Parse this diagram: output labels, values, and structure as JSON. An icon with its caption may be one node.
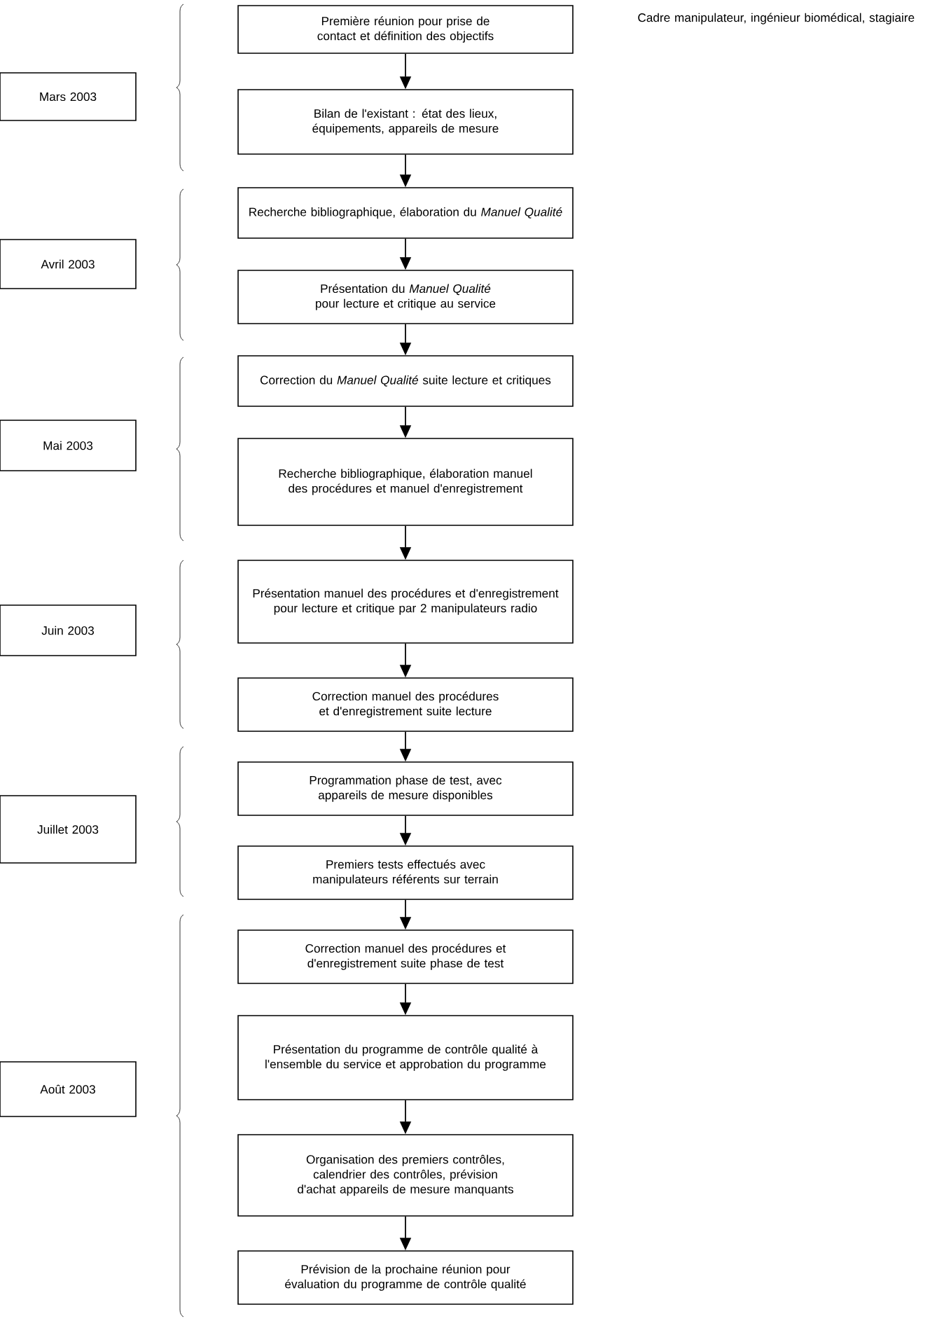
{
  "diagram": {
    "nodes": [
      {
        "text": [
          "Première réunion pour prise de contact et définition des objectifs"
        ]
      },
      {
        "text": [
          "Bilan de l'existant : état des lieux, équipements, appareils de mesure"
        ]
      },
      {
        "text": [
          "Recherche bibliographique, élaboration du *Manuel Qualité*"
        ]
      },
      {
        "text": [
          "Présentation du *Manuel Qualité* pour lecture et critique au service"
        ]
      },
      {
        "text": [
          "Correction du *Manuel Qualité* suite lecture et critiques"
        ]
      },
      {
        "text": [
          "Recherche bibliographique, élaboration manuel des procédures et manuel d'enregistrement"
        ]
      },
      {
        "text": [
          "Présentation manuel des procédures et d'enregistrement pour lecture et critique par 2 manipulateurs radio"
        ]
      },
      {
        "text": [
          "Correction manuel des procédures et d'enregistrement suite lecture"
        ]
      },
      {
        "text": [
          "Programmation phase de test, avec appareils de mesure disponibles"
        ]
      },
      {
        "text": [
          "Premiers tests effectués avec manipulateurs référents sur terrain"
        ]
      },
      {
        "text": [
          "Correction manuel des procédures et d'enregistrement suite phase de test"
        ]
      },
      {
        "text": [
          "Présentation du programme de contrôle qualité à l'ensemble du service et approbation du programme"
        ]
      },
      {
        "text": [
          "Organisation des premiers contrôles, calendrier des contrôles, prévision d'achat appareils de mesure manquants"
        ]
      },
      {
        "text": [
          "Prévision de la prochaine réunion pour évaluation du programme de contrôle qualité"
        ]
      },
      {
        "text": [
          "Mars 2003"
        ]
      },
      {
        "text": [
          "Avril 2003"
        ]
      },
      {
        "text": [
          "Mai 2003"
        ]
      },
      {
        "text": [
          "Juin 2003"
        ]
      },
      {
        "text": [
          "Juillet 2003"
        ]
      },
      {
        "text": [
          "Août 2003"
        ]
      }
    ],
    "edges": [
      {
        "from": 0,
        "to": 1,
        "arrow": "to"
      },
      {
        "from": 1,
        "to": 2,
        "arrow": "to"
      },
      {
        "from": 2,
        "to": 3,
        "arrow": "to"
      },
      {
        "from": 3,
        "to": 4,
        "arrow": "to"
      },
      {
        "from": 4,
        "to": 5,
        "arrow": "to"
      },
      {
        "from": 5,
        "to": 6,
        "arrow": "to"
      },
      {
        "from": 6,
        "to": 7,
        "arrow": "to"
      },
      {
        "from": 7,
        "to": 8,
        "arrow": "to"
      },
      {
        "from": 8,
        "to": 9,
        "arrow": "to"
      },
      {
        "from": 9,
        "to": 10,
        "arrow": "to"
      },
      {
        "from": 10,
        "to": 11,
        "arrow": "to"
      },
      {
        "from": 11,
        "to": 12,
        "arrow": "to"
      },
      {
        "from": 12,
        "to": 13,
        "arrow": "to"
      }
    ],
    "labels": [
      "Cadre manipulateur, ingénieur biomédical, stagiaire"
    ]
  }
}
